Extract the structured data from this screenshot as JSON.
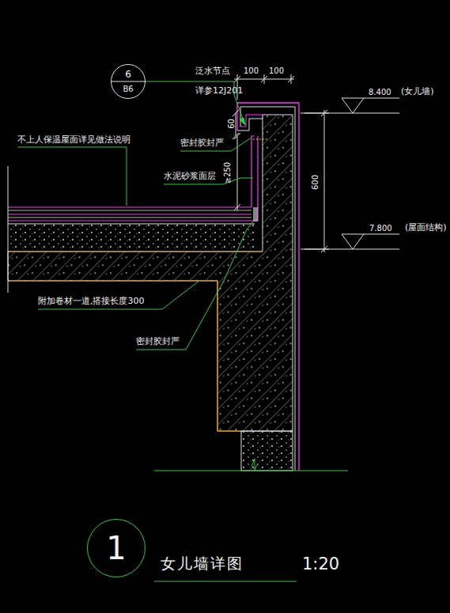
{
  "diagram": {
    "title": "女儿墙详图",
    "nodes": [
      {
        "text": [
          "6",
          "B6"
        ]
      },
      {
        "text": [
          "1"
        ]
      }
    ],
    "labels": [
      "泛水节点",
      "详参12J201",
      "100",
      "100",
      "60",
      "密封胶封严",
      "8.400",
      "(女儿墙)",
      "不上人保温屋面详见做法说明",
      "水泥砂浆面层",
      "≥250",
      "600",
      "7.800",
      "(屋面结构)",
      "附加卷材一道,搭接长度300",
      "密封胶封严",
      "1:20"
    ]
  }
}
